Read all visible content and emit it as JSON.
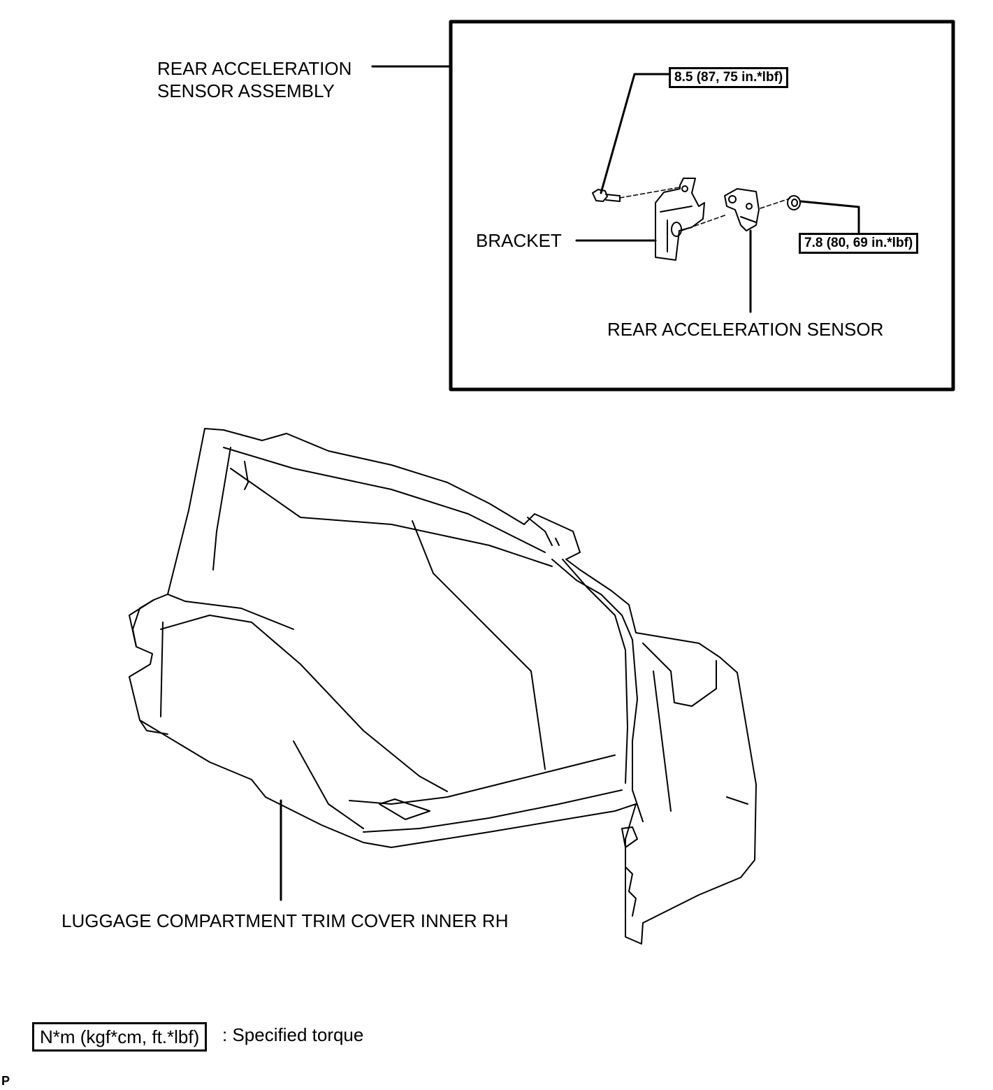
{
  "labels": {
    "assembly_line1": "REAR ACCELERATION",
    "assembly_line2": "SENSOR ASSEMBLY",
    "bracket": "BRACKET",
    "sensor": "REAR ACCELERATION SENSOR",
    "trim_cover": "LUGGAGE COMPARTMENT TRIM COVER INNER RH"
  },
  "torque": {
    "bolt": "8.5 (87, 75 in.*lbf)",
    "nut": "7.8 (80, 69 in.*lbf)"
  },
  "legend": {
    "unit_box": "N*m (kgf*cm, ft.*lbf)",
    "description": ": Specified torque"
  },
  "corner_code": "P"
}
